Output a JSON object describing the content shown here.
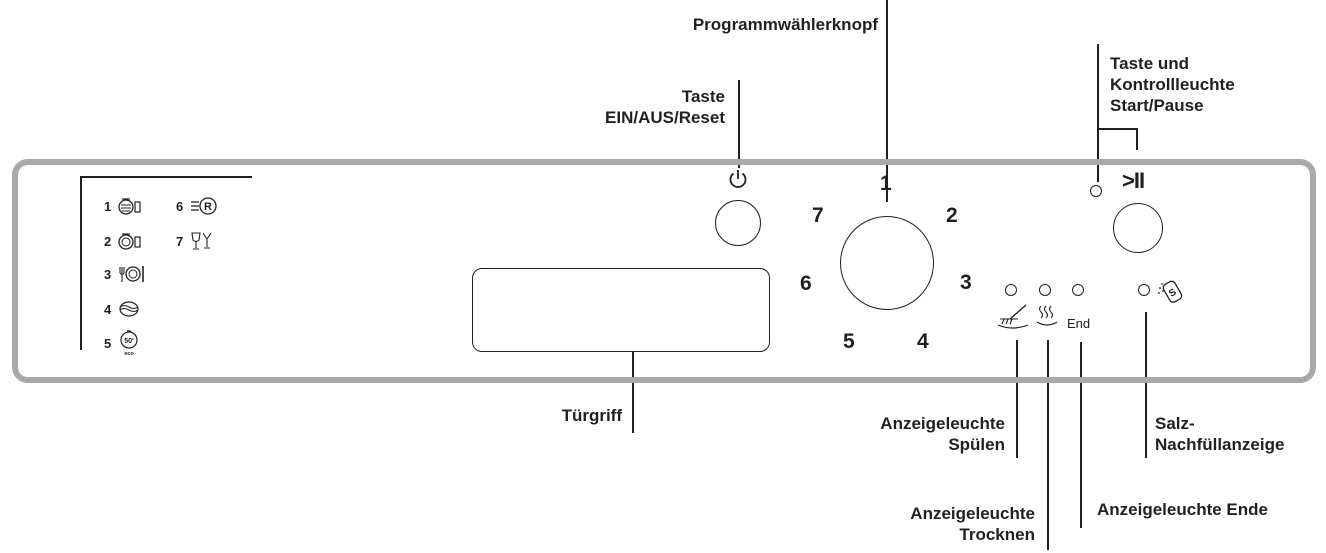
{
  "callouts": {
    "program_selector": "Programmwählerknopf",
    "onoff_line1": "Taste",
    "onoff_line2": "EIN/AUS/Reset",
    "startpause_line1": "Taste und",
    "startpause_line2": "Kontrollleuchte",
    "startpause_line3": "Start/Pause",
    "door_handle": "Türgriff",
    "rinse_line1": "Anzeigeleuchte",
    "rinse_line2": "Spülen",
    "dry_line1": "Anzeigeleuchte",
    "dry_line2": "Trocknen",
    "end_indicator": "Anzeigeleuchte Ende",
    "salt_line1": "Salz-",
    "salt_line2": "Nachfüllanzeige"
  },
  "programs": [
    {
      "number": "1",
      "icon": "intensive-pot-icon"
    },
    {
      "number": "2",
      "icon": "pot-icon"
    },
    {
      "number": "3",
      "icon": "plate-cutlery-icon"
    },
    {
      "number": "4",
      "icon": "eco-wave-icon"
    },
    {
      "number": "5",
      "icon": "timer-50-eco-icon",
      "icon_text": "50'",
      "icon_sub": "eco"
    },
    {
      "number": "6",
      "icon": "rapid-r-icon",
      "icon_text": "R"
    },
    {
      "number": "7",
      "icon": "glass-icon"
    }
  ],
  "dial_numbers": [
    "1",
    "2",
    "3",
    "4",
    "5",
    "6",
    "7"
  ],
  "panel": {
    "end_label": "End",
    "start_pause_symbol": ">II"
  }
}
